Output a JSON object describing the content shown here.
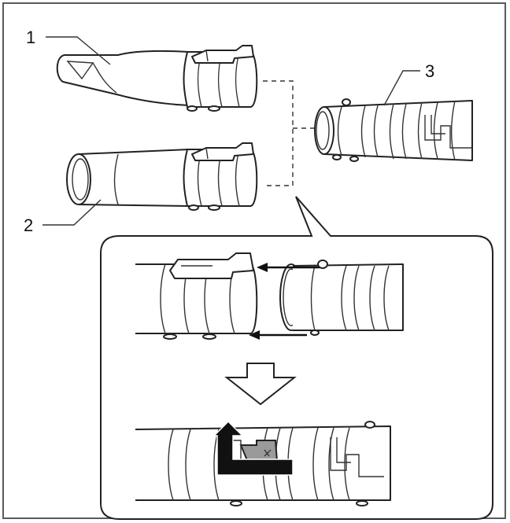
{
  "callouts": {
    "nozzle_label": "1",
    "pipe_label": "2",
    "blower_tube_label": "3"
  },
  "colors": {
    "frame": "#5a5a5a",
    "line": "#222222",
    "highlight_part": "#9a9a9a",
    "arrow_fill": "#111111"
  },
  "icons": [
    "down-arrow-icon",
    "left-arrow-icon",
    "turn-arrow-icon"
  ]
}
